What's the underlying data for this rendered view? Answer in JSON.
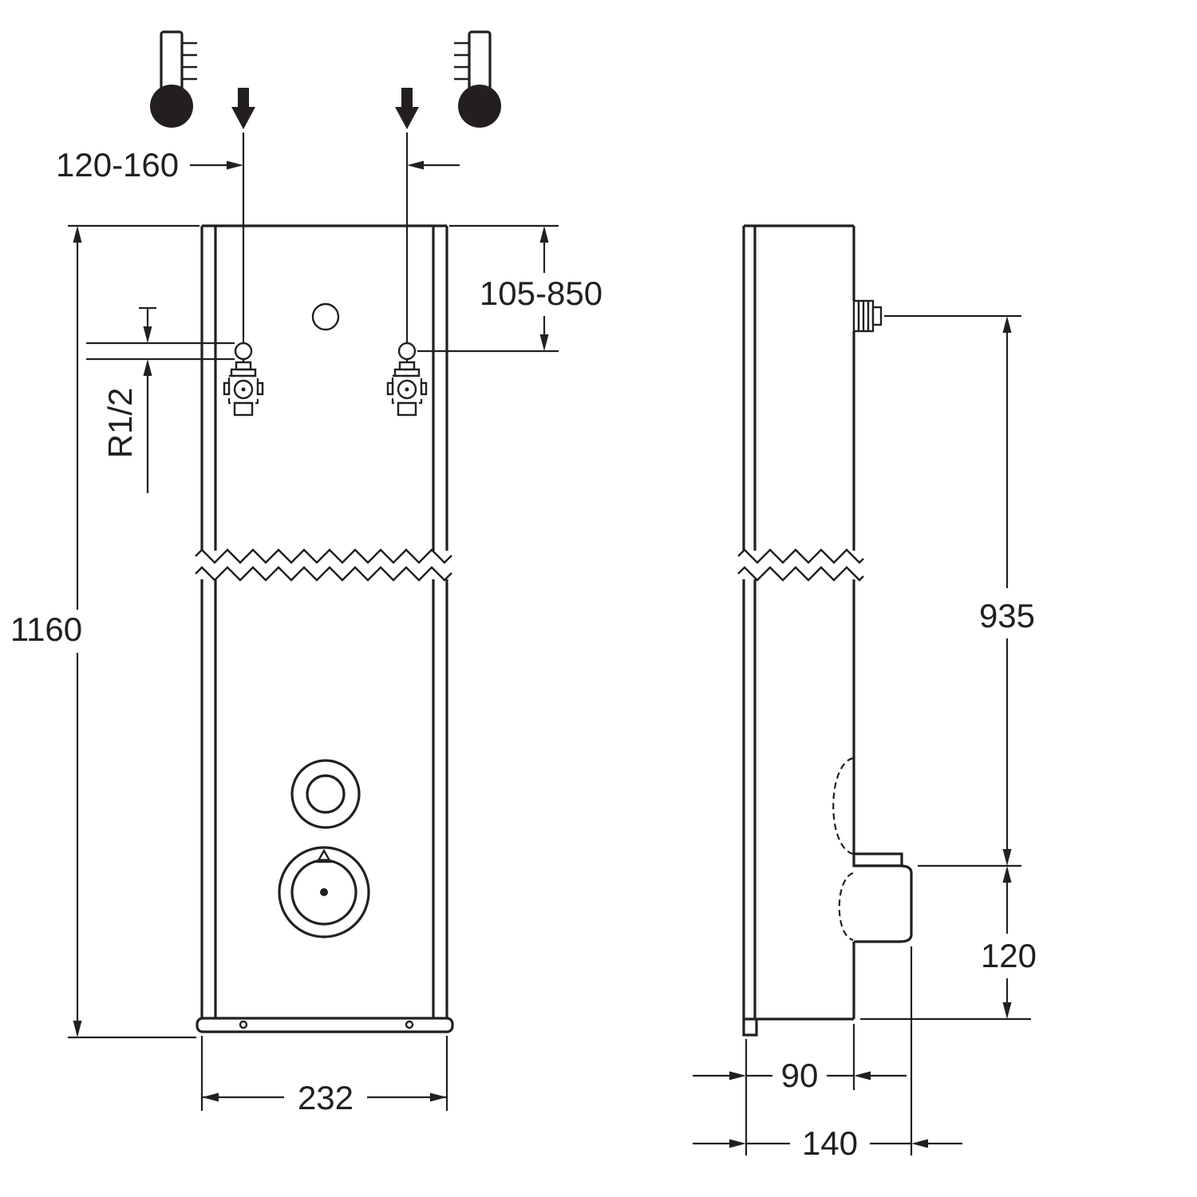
{
  "drawing": {
    "dimensions": {
      "inlet_spacing": "120-160",
      "inlet_height_range": "105-850",
      "inlet_thread": "R1/2",
      "panel_height": "1160",
      "panel_width": "232",
      "inlet_to_mixer_height": "935",
      "mixer_bottom_offset": "120",
      "panel_depth": "90",
      "total_depth": "140"
    },
    "colors": {
      "line": "#231f20",
      "background": "#ffffff"
    }
  }
}
